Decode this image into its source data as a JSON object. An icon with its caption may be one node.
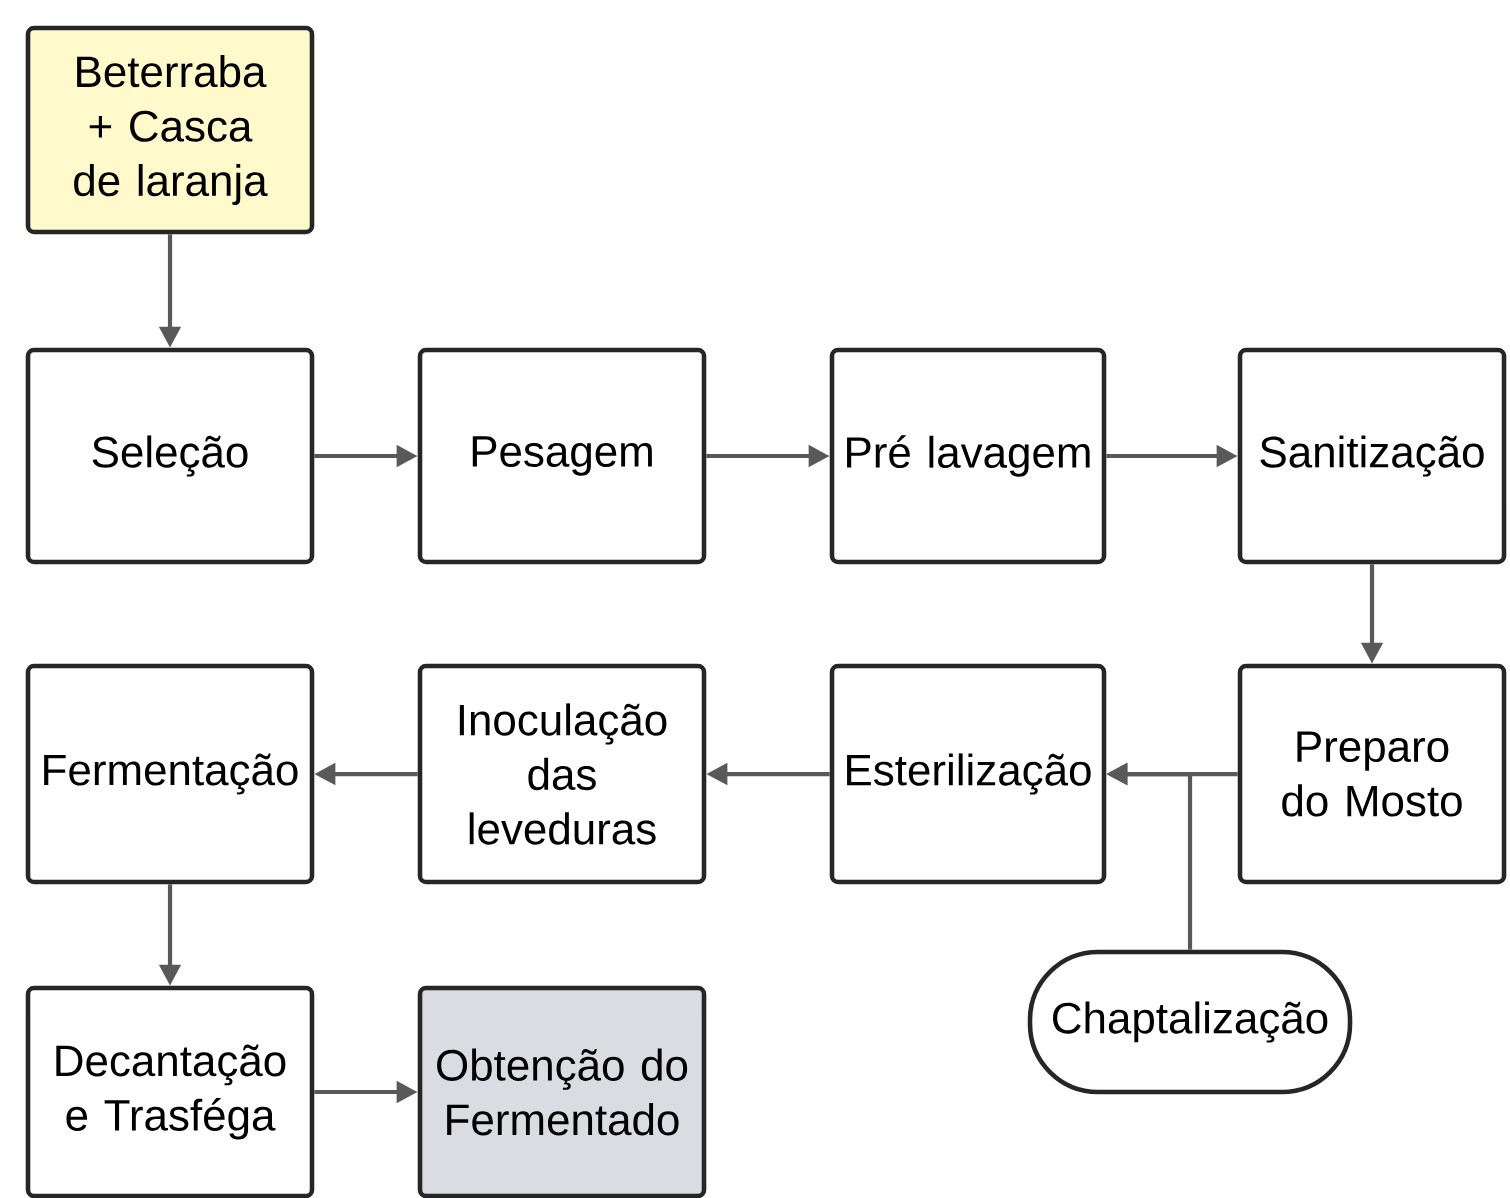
{
  "diagram": {
    "nodes": [
      {
        "text": [
          "Beterraba + Casca de laranja"
        ]
      },
      {
        "text": [
          "Seleção"
        ]
      },
      {
        "text": [
          "Pesagem"
        ]
      },
      {
        "text": [
          "Pré lavagem"
        ]
      },
      {
        "text": [
          "Sanitização"
        ]
      },
      {
        "text": [
          "Preparo do Mosto"
        ]
      },
      {
        "text": [
          "Esterilização"
        ]
      },
      {
        "text": [
          "Inoculação das leveduras"
        ]
      },
      {
        "text": [
          "Fermentação"
        ]
      },
      {
        "text": [
          "Chaptalização"
        ]
      },
      {
        "text": [
          "Decantação e Trasféga"
        ]
      },
      {
        "text": [
          "Obtenção do Fermentado"
        ]
      }
    ],
    "edges": [
      {
        "from": 0,
        "to": 1,
        "arrow": "to"
      },
      {
        "from": 1,
        "to": 2,
        "arrow": "to"
      },
      {
        "from": 2,
        "to": 3,
        "arrow": "to"
      },
      {
        "from": 3,
        "to": 4,
        "arrow": "to"
      },
      {
        "from": 4,
        "to": 5,
        "arrow": "to"
      },
      {
        "from": 5,
        "to": 6,
        "arrow": "to"
      },
      {
        "from": 9,
        "to": 6,
        "arrow": "to"
      },
      {
        "from": 6,
        "to": 7,
        "arrow": "to"
      },
      {
        "from": 7,
        "to": 8,
        "arrow": "to"
      },
      {
        "from": 8,
        "to": 10,
        "arrow": "to"
      },
      {
        "from": 10,
        "to": 11,
        "arrow": "to"
      }
    ]
  }
}
